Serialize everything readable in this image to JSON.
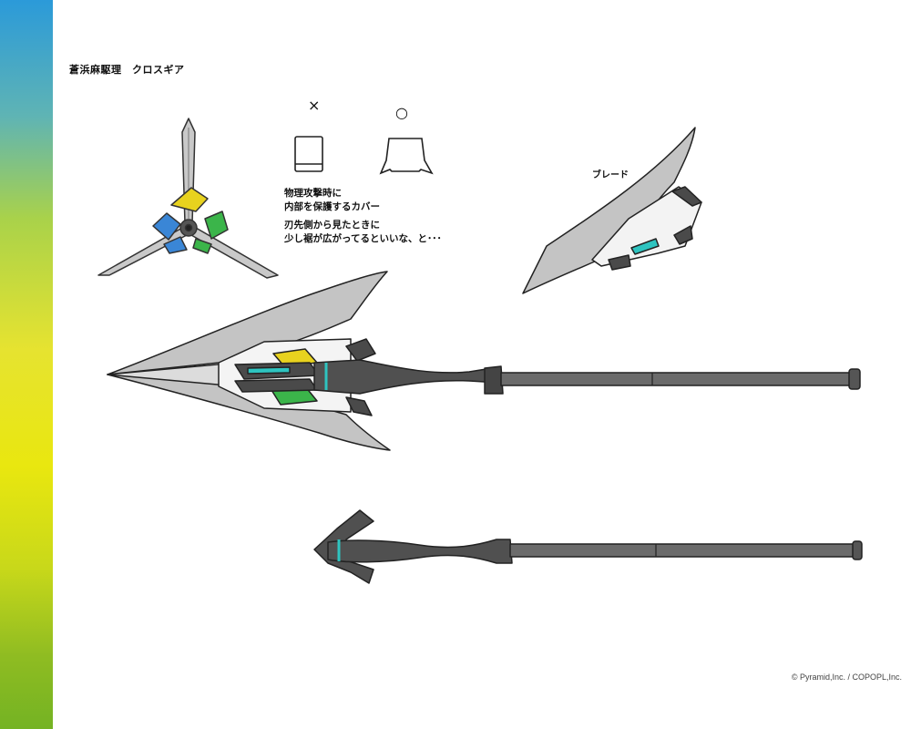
{
  "colors": {
    "sidebar_top": "#2b9ad9",
    "sidebar_mid": "#e6e330",
    "sidebar_bottom": "#74b323",
    "metal": "#b9b9b9",
    "dark_metal": "#4a4a4a",
    "accent_cyan": "#2ec4c0",
    "accent_yellow": "#e8d21e",
    "accent_green": "#3bb54a",
    "accent_blue": "#3a86d6"
  },
  "sheet": {
    "title": "蒼浜麻駆理　クロスギア",
    "mark_ng": "×",
    "mark_ok": "○",
    "note_cover_line1": "物理攻撃時に",
    "note_cover_line2": "内部を保護するカバー",
    "note_view_line1": "刃先側から見たときに",
    "note_view_line2": "少し裾が広がってるといいな、と･･･",
    "blade_label": "ブレード",
    "copyright": "© Pyramid,Inc. / COPOPL,Inc."
  }
}
